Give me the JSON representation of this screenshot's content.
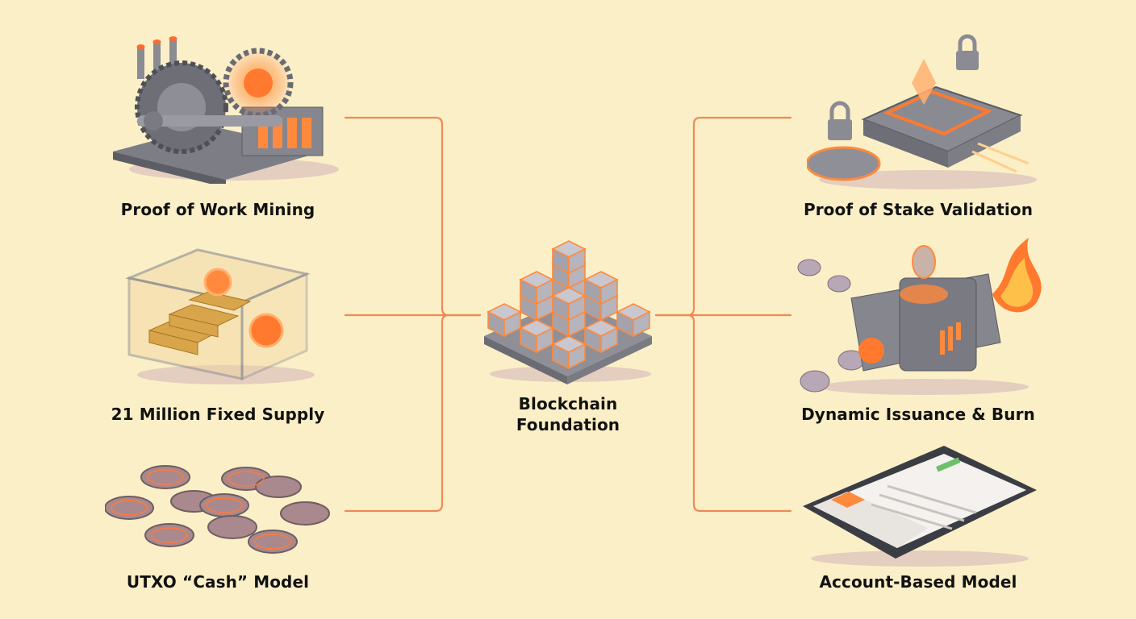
{
  "diagram": {
    "colors": {
      "background": "#fbefc7",
      "connector": "#ef8a55",
      "glow": "#ff7a2e",
      "metal": "#8f8f97",
      "gold": "#d9a54a"
    },
    "center": {
      "label_line1": "Blockchain",
      "label_line2": "Foundation",
      "icon": "cube-stack-icon"
    },
    "left_nodes": [
      {
        "label": "Proof of Work Mining",
        "icon": "mining-gears-icon"
      },
      {
        "label": "21 Million Fixed Supply",
        "icon": "gold-bars-vault-icon"
      },
      {
        "label": "UTXO “Cash” Model",
        "icon": "utxo-coins-icon"
      }
    ],
    "right_nodes": [
      {
        "label": "Proof of Stake Validation",
        "icon": "stake-validator-icon"
      },
      {
        "label": "Dynamic Issuance & Burn",
        "icon": "issuance-burn-icon"
      },
      {
        "label": "Account-Based Model",
        "icon": "account-tablet-icon"
      }
    ]
  }
}
